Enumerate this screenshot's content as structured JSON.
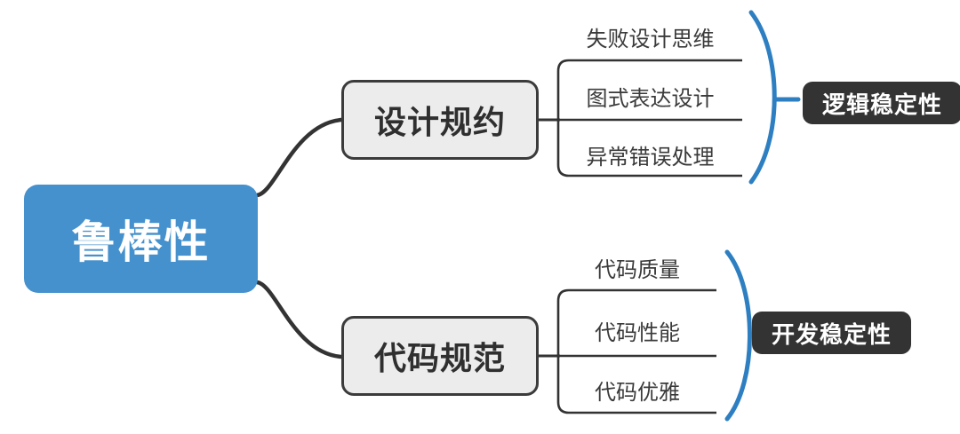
{
  "diagram": {
    "type": "mind-map",
    "title": "鲁棒性",
    "colors": {
      "root_fill": "#4591cd",
      "root_text": "#ffffff",
      "branch_fill": "#ececec",
      "branch_border": "#3b3b3b",
      "connector": "#333333",
      "brace": "#2e7fc1",
      "badge_fill": "#333333",
      "badge_text": "#ffffff",
      "background": "#ffffff"
    },
    "root": {
      "label": "鲁棒性"
    },
    "branches": [
      {
        "label": "设计规约",
        "badge": "逻辑稳定性",
        "leaves": [
          {
            "label": "失败设计思维"
          },
          {
            "label": "图式表达设计"
          },
          {
            "label": "异常错误处理"
          }
        ]
      },
      {
        "label": "代码规范",
        "badge": "开发稳定性",
        "leaves": [
          {
            "label": "代码质量"
          },
          {
            "label": "代码性能"
          },
          {
            "label": "代码优雅"
          }
        ]
      }
    ]
  }
}
